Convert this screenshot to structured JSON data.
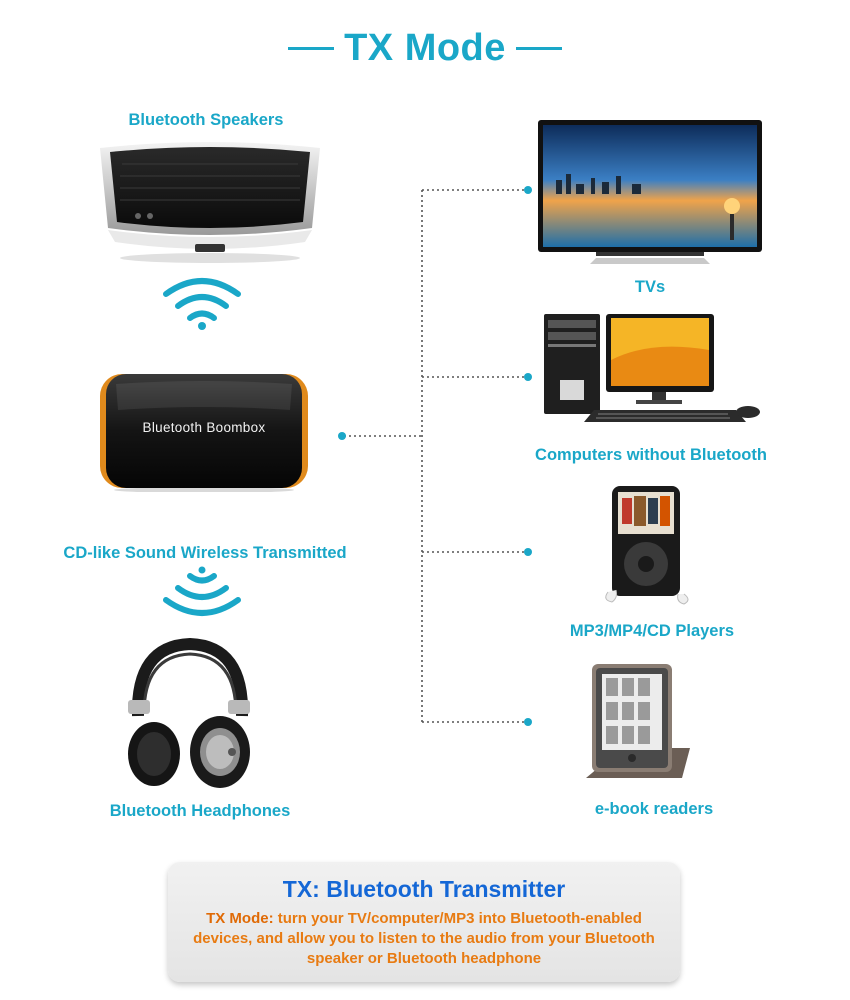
{
  "colors": {
    "accent": "#1aa7c8",
    "blue": "#1467d6",
    "orange": "#e87b12",
    "dot": "#1aa7c8"
  },
  "header": {
    "title": "TX Mode"
  },
  "left": {
    "speakers_label": "Bluetooth Speakers",
    "boombox_label": "Bluetooth Boombox",
    "transmit_label": "CD-like Sound Wireless Transmitted",
    "headphones_label": "Bluetooth Headphones"
  },
  "right": {
    "tv_label": "TVs",
    "computer_label": "Computers without Bluetooth",
    "player_label": "MP3/MP4/CD Players",
    "ereader_label": "e-book readers"
  },
  "info_panel": {
    "title": "TX: Bluetooth Transmitter",
    "lead": "TX Mode:",
    "body": " turn your TV/computer/MP3 into Bluetooth-enabled devices, and allow you to listen to the audio from your Bluetooth speaker or Bluetooth headphone"
  }
}
